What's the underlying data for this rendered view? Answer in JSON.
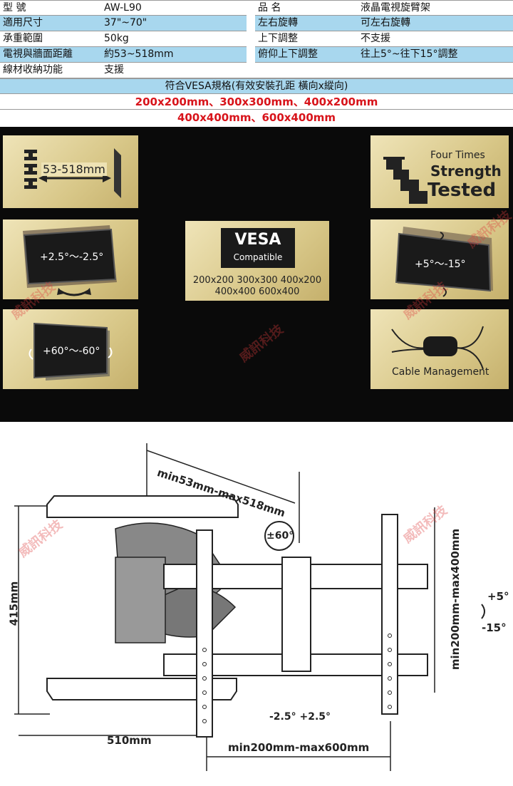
{
  "specs": {
    "rows": [
      {
        "label": "型 號",
        "value": "AW-L90",
        "label2": "品 名",
        "value2": "液晶電視旋臂架",
        "blue": false
      },
      {
        "label": "適用尺寸",
        "value": "37\"~70\"",
        "label2": "左右旋轉",
        "value2": "可左右旋轉",
        "blue": true
      },
      {
        "label": "承重範圍",
        "value": "50kg",
        "label2": "上下調整",
        "value2": "不支援",
        "blue": false
      },
      {
        "label": "電視與牆面距離",
        "value": "約53~518mm",
        "label2": "俯仰上下調整",
        "value2": "往上5°~往下15°調整",
        "blue": true
      },
      {
        "label": "線材收納功能",
        "value": "支援",
        "label2": "",
        "value2": "",
        "blue": false
      }
    ],
    "vesa_header": "符合VESA規格(有效安裝孔距 橫向x縱向)",
    "vesa_line1": "200x200mm、300x300mm、400x200mm",
    "vesa_line2": "400x400mm、600x400mm"
  },
  "features": {
    "distance": "53-518mm",
    "tilt_small": "+2.5°～-2.5°",
    "swivel": "+60°～-60°",
    "vesa_badge": "VESA",
    "vesa_compatible": "Compatible",
    "vesa_sizes_1": "200x200 300x300 400x200",
    "vesa_sizes_2": "400x400 600x400",
    "strength_1": "Four Times",
    "strength_2": "Strength",
    "strength_3": "Tested",
    "tilt": "+5°～-15°",
    "cable": "Cable Management",
    "watermark": "威訊科技"
  },
  "diagram": {
    "depth": "min53mm-max518mm",
    "swivel": "±60°",
    "height": "415mm",
    "width": "510mm",
    "vesa_h": "min200mm-max600mm",
    "vesa_v": "min200mm-max400mm",
    "tilt_up": "+5°",
    "tilt_down": "-15°",
    "roll": "-2.5° +2.5°"
  }
}
